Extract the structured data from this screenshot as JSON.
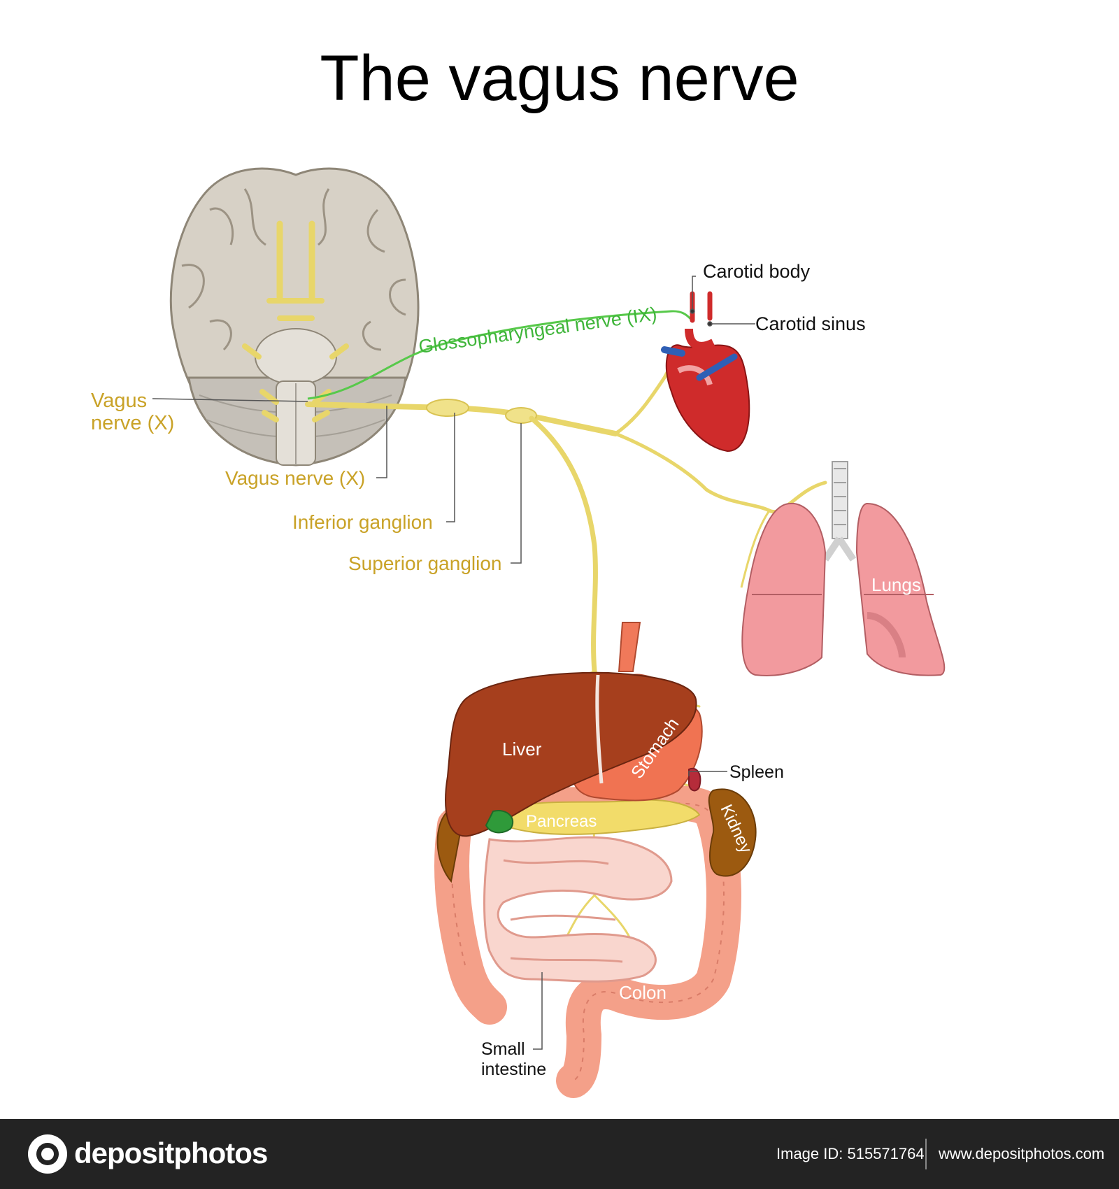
{
  "title": "The vagus nerve",
  "colors": {
    "nerve": "#e8d66a",
    "glossopharyngeal": "#57c94a",
    "label_gold": "#c9a227",
    "label_green": "#3fb53a",
    "organ_label": "#ffffff",
    "footer_bg": "#232323"
  },
  "labels": {
    "glossopharyngeal_nerve": "Glossopharyngeal nerve (IX)",
    "carotid_body": "Carotid body",
    "carotid_sinus": "Carotid sinus",
    "vagus_left_line1": "Vagus",
    "vagus_left_line2": "nerve (X)",
    "vagus_nerve": "Vagus nerve (X)",
    "inferior_ganglion": "Inferior ganglion",
    "superior_ganglion": "Superior ganglion",
    "lungs": "Lungs",
    "liver": "Liver",
    "stomach": "Stomach",
    "spleen": "Spleen",
    "pancreas": "Pancreas",
    "kidney": "Kidney",
    "colon": "Colon",
    "small_intestine_line1": "Small",
    "small_intestine_line2": "intestine"
  },
  "icons": {
    "brain": "brain-illustration",
    "heart": "heart-illustration",
    "lungs": "lungs-illustration",
    "digestive": "digestive-organs-illustration",
    "logo": "depositphotos-logo-icon"
  },
  "footer": {
    "brand": "depositphotos",
    "image_id": "Image ID: 515571764",
    "site": "www.depositphotos.com"
  }
}
